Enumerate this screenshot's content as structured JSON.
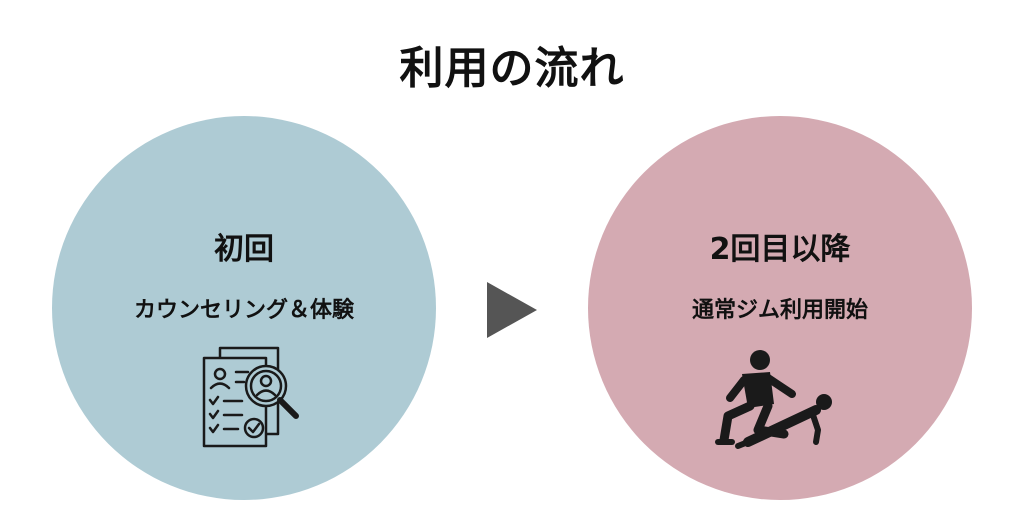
{
  "title": "利用の流れ",
  "steps": [
    {
      "title": "初回",
      "subtitle": "カウンセリング＆体験",
      "icon": "document-search-icon",
      "color": "#aecbd4"
    },
    {
      "title": "2回目以降",
      "subtitle": "通常ジム利用開始",
      "icon": "trainer-pushup-icon",
      "color": "#d4aab2"
    }
  ],
  "arrow_color": "#555555"
}
